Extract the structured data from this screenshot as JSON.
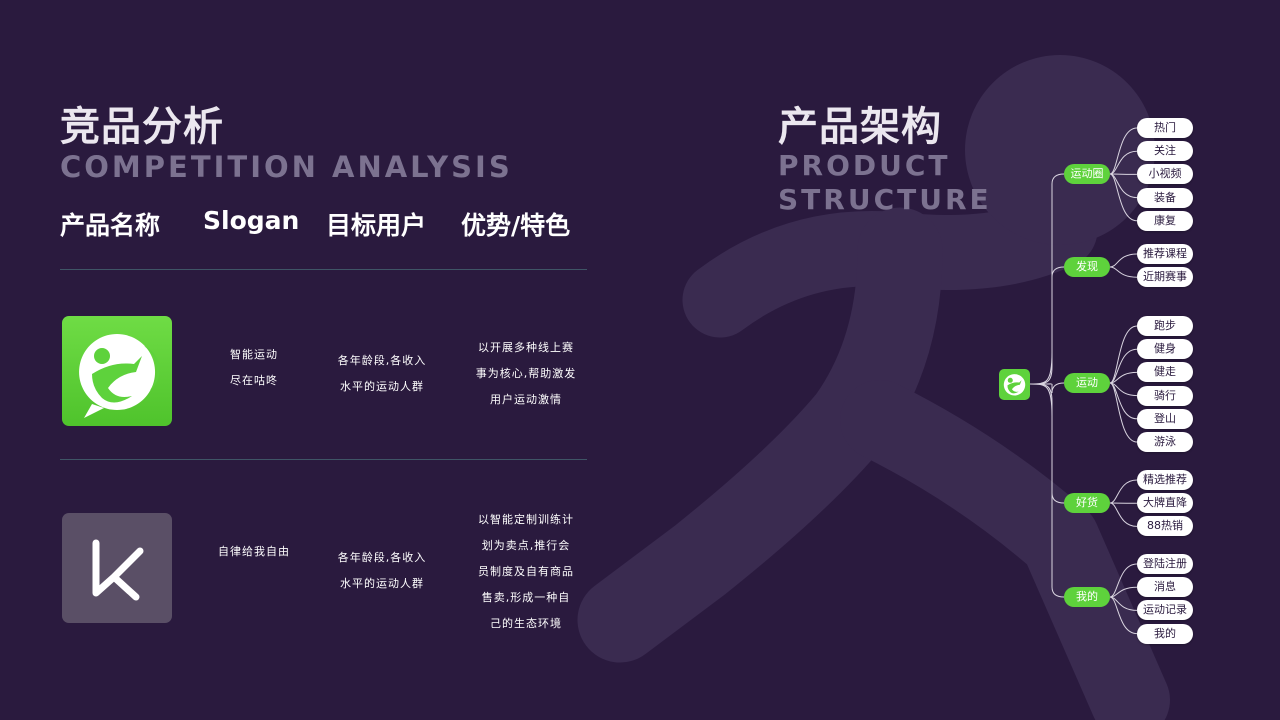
{
  "left": {
    "title_cn": "竞品分析",
    "title_en": "COMPETITION ANALYSIS",
    "headers": [
      "产品名称",
      "Slogan",
      "目标用户",
      "优势/特色"
    ],
    "rows": [
      {
        "icon": "keep-style-green-runner-logo",
        "slogan": [
          "智能运动",
          "尽在咕咚"
        ],
        "users": [
          "各年龄段,各收入",
          "水平的运动人群"
        ],
        "features": [
          "以开展多种线上赛",
          "事为核心,帮助激发",
          "用户运动激情"
        ]
      },
      {
        "icon": "keep-k-logo",
        "slogan": [
          "自律给我自由"
        ],
        "users": [
          "各年龄段,各收入",
          "水平的运动人群"
        ],
        "features": [
          "以智能定制训练计",
          "划为卖点,推行会",
          "员制度及自有商品",
          "售卖,形成一种自",
          "己的生态环境"
        ]
      }
    ]
  },
  "right": {
    "title_cn": "产品架构",
    "title_en_1": "PRODUCT",
    "title_en_2": "STRUCTURE",
    "categories": [
      {
        "label": "运动圈",
        "items": [
          "热门",
          "关注",
          "小视频",
          "装备",
          "康复"
        ]
      },
      {
        "label": "发现",
        "items": [
          "推荐课程",
          "近期赛事"
        ]
      },
      {
        "label": "运动",
        "items": [
          "跑步",
          "健身",
          "健走",
          "骑行",
          "登山",
          "游泳"
        ]
      },
      {
        "label": "好货",
        "items": [
          "精选推荐",
          "大牌直降",
          "88热销"
        ]
      },
      {
        "label": "我的",
        "items": [
          "登陆注册",
          "消息",
          "运动记录",
          "我的"
        ]
      }
    ]
  },
  "colors": {
    "background": "#2a1a3e",
    "accent_green": "#5ed23c",
    "muted_text": "#7c7290",
    "icon_grey": "#5a4f66"
  }
}
